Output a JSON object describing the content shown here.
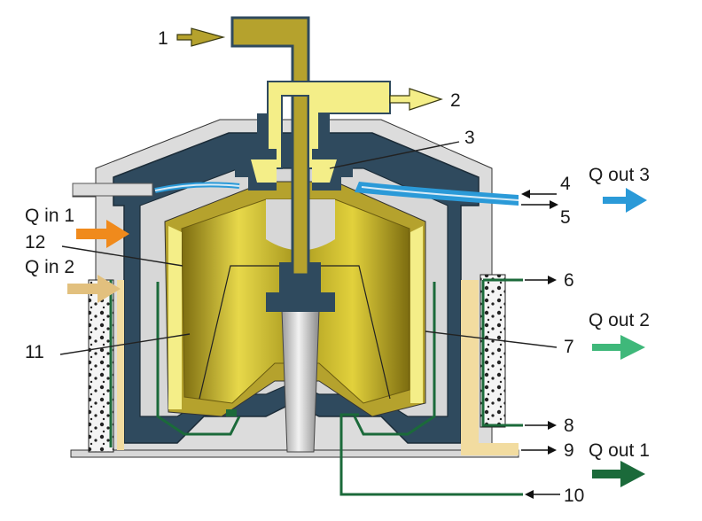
{
  "labels": {
    "n1": "1",
    "n2": "2",
    "n3": "3",
    "n4": "4",
    "n5": "5",
    "n6": "6",
    "n7": "7",
    "n8": "8",
    "n9": "9",
    "n10": "10",
    "n11": "11",
    "n12": "12"
  },
  "flows": {
    "q_in_1": "Q in 1",
    "q_in_2": "Q in 2",
    "q_out_1": "Q out 1",
    "q_out_2": "Q out 2",
    "q_out_3": "Q out 3"
  },
  "colors": {
    "housing": "#2f4a5e",
    "bowl_wall": "#b9a33a",
    "gold_dark": "#8f7f1c",
    "gold": "#e2d23c",
    "pale_yellow": "#f4ee88",
    "cream": "#f2dca0",
    "gray_light": "#dcdcdc",
    "gray_mid": "#bfbfbf",
    "blue": "#2b9ad8",
    "green_dark": "#1b6a3a",
    "green_light": "#3fb87a",
    "orange": "#f08a1c",
    "tan": "#e2c07e",
    "olive": "#b5a22d"
  }
}
